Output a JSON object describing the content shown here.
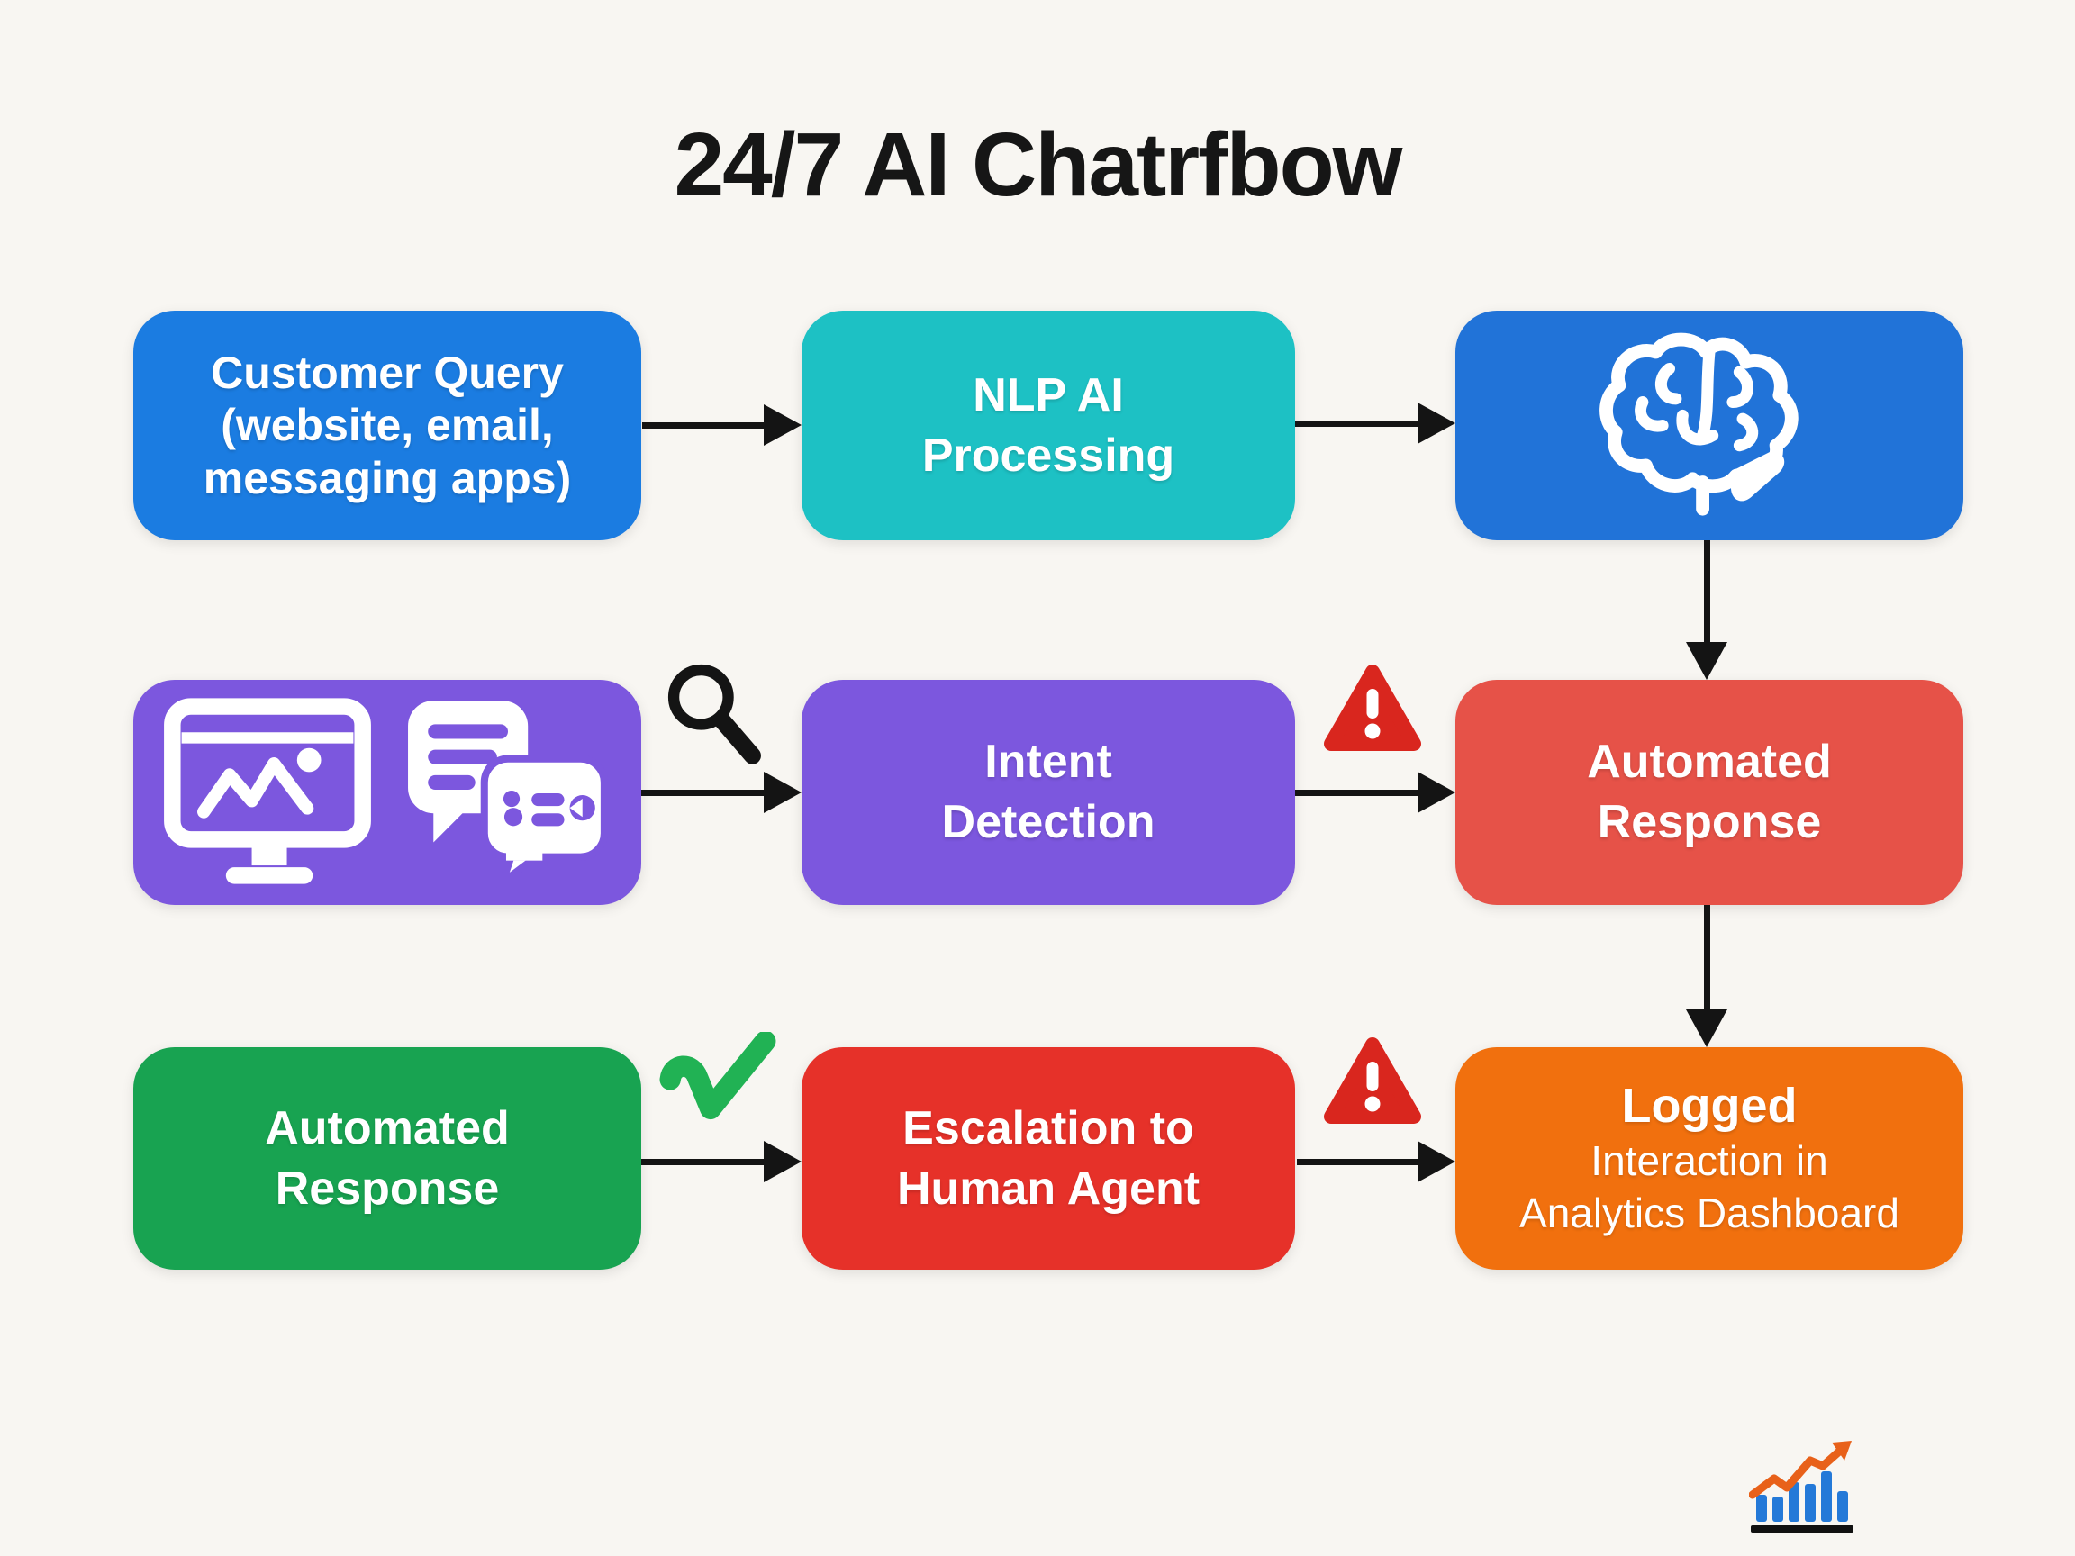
{
  "title": "24/7 AI Chatrfbow",
  "nodes": {
    "customer_query": {
      "line1": "Customer Query",
      "line2": "(website, email,",
      "line3": "messaging apps)"
    },
    "nlp_processing": {
      "line1": "NLP AI",
      "line2": "Processing"
    },
    "ai_brain": {
      "icon": "brain-icon"
    },
    "channels": {
      "icons": [
        "monitor-image-icon",
        "chat-bubbles-icon"
      ]
    },
    "intent_detection": {
      "line1": "Intent",
      "line2": "Detection"
    },
    "automated_response_row2": {
      "line1": "Automated",
      "line2": "Response"
    },
    "automated_response_row3": {
      "line1": "Automated",
      "line2": "Response"
    },
    "escalation": {
      "line1": "Escalation to",
      "line2": "Human Agent"
    },
    "logged_interaction": {
      "line1": "Logged",
      "line2": "Interaction in",
      "line3": "Analytics Dashboard"
    }
  },
  "decorations": {
    "search": "search-icon",
    "warning_row2": "warning-icon",
    "check": "check-icon",
    "warning_row3": "warning-icon",
    "analytics": "analytics-chart-icon"
  },
  "colors": {
    "background": "#f8f6f2",
    "title_text": "#161616",
    "box_text": "#ffffff",
    "blue": "#1b7ce1",
    "brain_blue": "#2173d8",
    "teal": "#1dc1c4",
    "purple": "#7c57de",
    "red_soft": "#e65248",
    "red_bright": "#e63129",
    "green": "#18a351",
    "orange": "#f1700e",
    "arrow": "#141414",
    "warning_red": "#d9261e",
    "check_green": "#21b254",
    "chart_bar_blue": "#2479d8",
    "chart_line_orange": "#e8611a"
  }
}
